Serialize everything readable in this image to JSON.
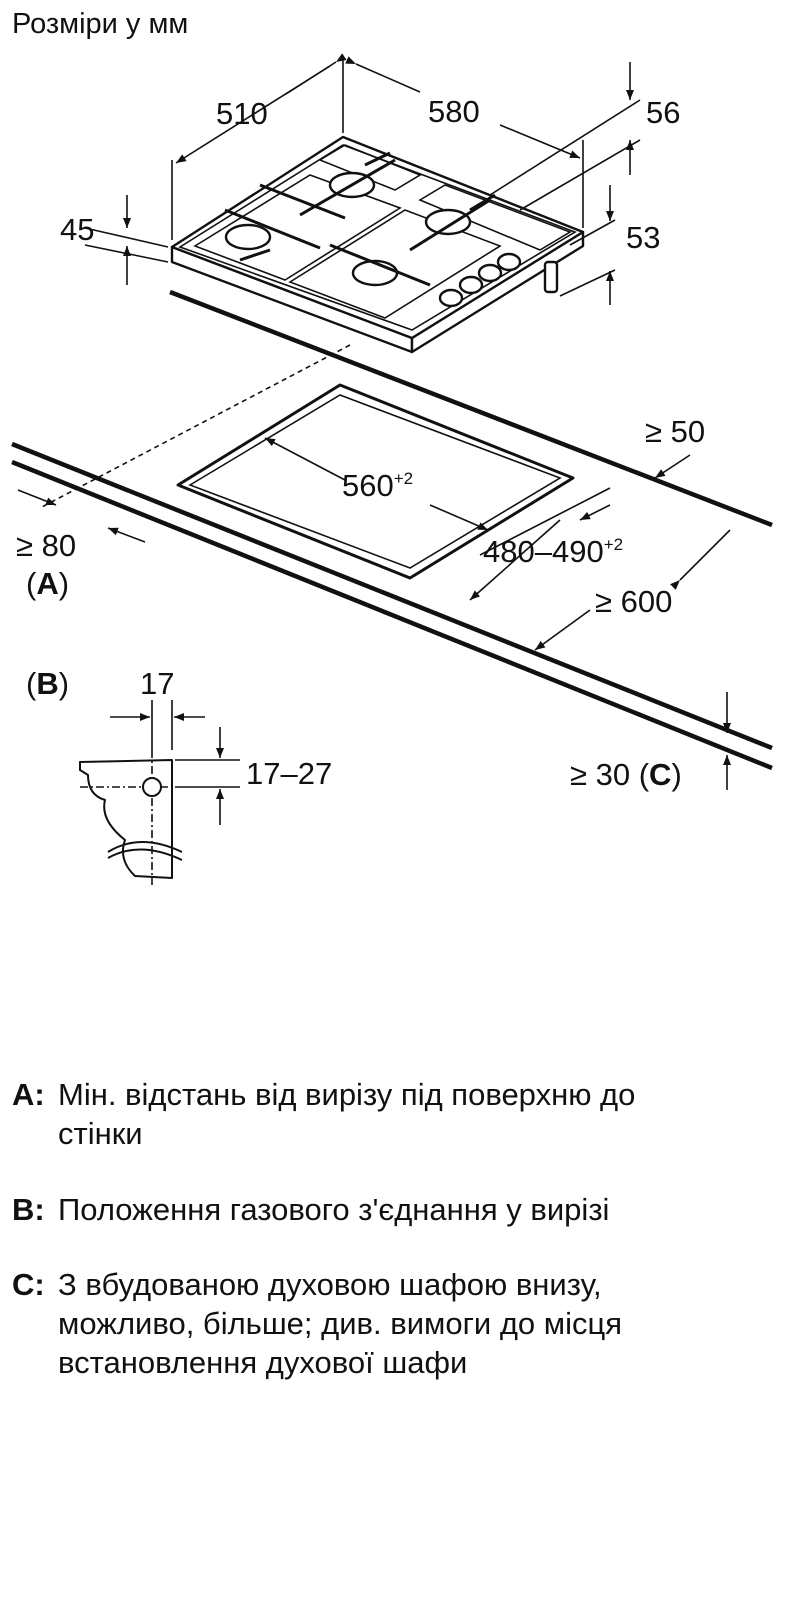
{
  "title": "Розміри у мм",
  "dimensions": {
    "width": "510",
    "depth": "580",
    "d56": "56",
    "d45": "45",
    "d53": "53",
    "cutout_w": "560",
    "cutout_w_tol": "+2",
    "cutout_d": "480–490",
    "cutout_d_tol": "+2",
    "min50": "≥ 50",
    "min80": "≥ 80",
    "labelA": "A",
    "min600": "≥ 600",
    "labelB": "B",
    "d17": "17",
    "d17_27": "17–27",
    "min30": "≥ 30",
    "labelC": "C"
  },
  "legend": [
    {
      "key": "A:",
      "text": "Мін. відстань від вирізу під поверхню до стінки"
    },
    {
      "key": "B:",
      "text": "Положення газового з'єднання у вирізі"
    },
    {
      "key": "C:",
      "text": "З вбудованою духовою шафою внизу, можливо, більше; див. вимоги до місця встановлення духової шафи"
    }
  ]
}
